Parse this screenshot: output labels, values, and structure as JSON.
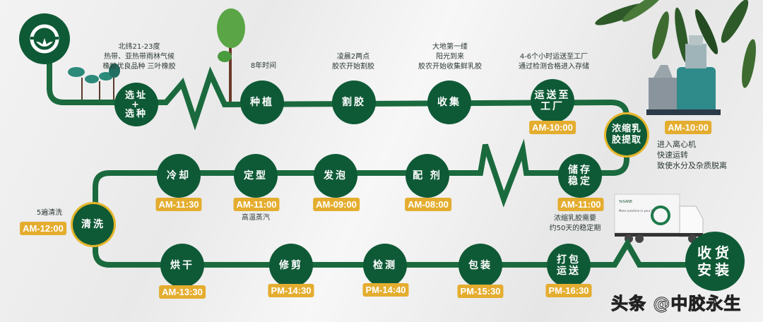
{
  "colors": {
    "primary_green": "#0f5a36",
    "badge_yellow": "#e4ad2f",
    "ring_yellow": "#e5b52a"
  },
  "logo": {
    "icon": "leaf-logo-icon"
  },
  "notes": {
    "site": "北纬21-23度\n热带、亚热带雨林气候\n橡胶优良品种 三叶橡胶",
    "plant": "8年时间",
    "tap": "凌晨2两点\n胶农开始割胶",
    "collect": "大地第一缕\n阳光到来\n胶农开始收集鲜乳胶",
    "transport": "4-6个小时运送至工厂\n通过检测合格进入存储",
    "centrifuge": "进入离心机\n快速运转\n致使水分及杂质脱离",
    "stabilize": "浓缩乳胶需要\n约50天的稳定期",
    "steam": "高温蒸汽",
    "wash": "5遍清洗"
  },
  "steps": [
    {
      "label": "选址\n+\n选种"
    },
    {
      "label": "种植"
    },
    {
      "label": "割胶"
    },
    {
      "label": "收集"
    },
    {
      "label": "运送至\n工厂",
      "time": "AM-10:00"
    },
    {
      "label": "浓缩乳\n胶提取",
      "time": "AM-10:00"
    },
    {
      "label": "储存\n稳定",
      "time": "AM-11:00"
    },
    {
      "label": "配 剂",
      "time": "AM-08:00"
    },
    {
      "label": "发泡",
      "time": "AM-09:00"
    },
    {
      "label": "定型",
      "time": "AM-11:00"
    },
    {
      "label": "冷却",
      "time": "AM-11:30"
    },
    {
      "label": "清洗",
      "time": "AM-12:00"
    },
    {
      "label": "烘干",
      "time": "AM-13:30"
    },
    {
      "label": "修剪",
      "time": "PM-14:30"
    },
    {
      "label": "检测",
      "time": "PM-14:40"
    },
    {
      "label": "包装",
      "time": "PM-15:30"
    },
    {
      "label": "打包\n运送",
      "time": "PM-16:30"
    },
    {
      "label": "收货\n安装"
    }
  ],
  "truck": {
    "brand": "YoSANE",
    "slogan": "More sunshine in your life"
  },
  "watermark": "头条 @中胶永生"
}
